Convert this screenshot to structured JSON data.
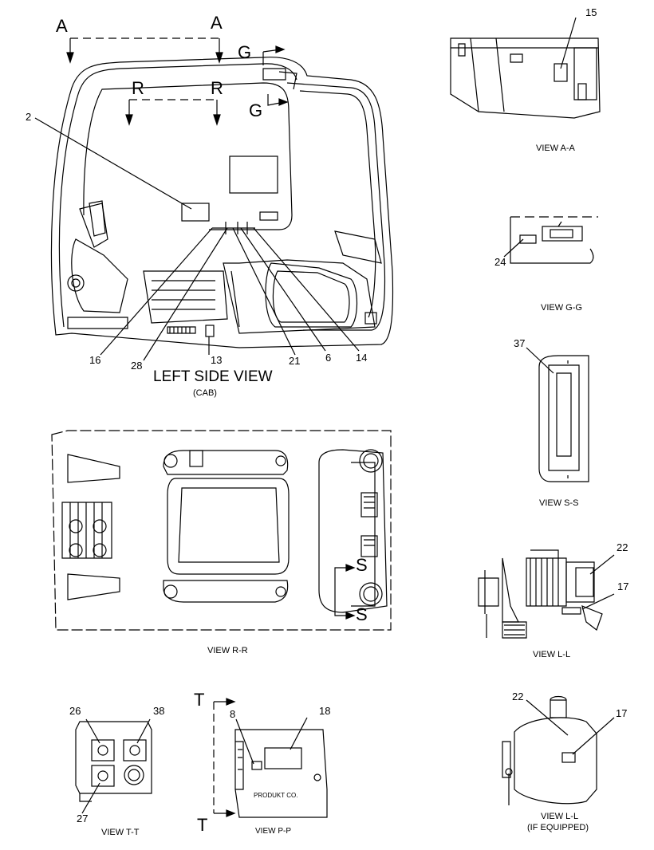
{
  "main_view": {
    "title": "LEFT SIDE VIEW",
    "subtitle": "(CAB)"
  },
  "section_markers": {
    "a_left": "A",
    "a_right": "A",
    "r_left": "R",
    "r_right": "R",
    "g_top": "G",
    "g_bottom": "G",
    "s_top": "S",
    "s_bottom": "S",
    "t_top": "T",
    "t_bottom": "T"
  },
  "callouts": {
    "c2": "2",
    "c16": "16",
    "c28": "28",
    "c13": "13",
    "c21": "21",
    "c6": "6",
    "c14": "14",
    "c15": "15",
    "c24": "24",
    "c37": "37",
    "c22a": "22",
    "c17a": "17",
    "c26": "26",
    "c38": "38",
    "c27": "27",
    "c8": "8",
    "c18": "18",
    "c22b": "22",
    "c17b": "17"
  },
  "view_captions": {
    "aa": "VIEW A-A",
    "gg": "VIEW G-G",
    "ss": "VIEW S-S",
    "rr": "VIEW R-R",
    "ll": "VIEW L-L",
    "tt": "VIEW T-T",
    "pp": "VIEW P-P",
    "ll2_line1": "VIEW L-L",
    "ll2_line2": "(IF EQUIPPED)"
  },
  "plate_text": "PRODUKT CO."
}
